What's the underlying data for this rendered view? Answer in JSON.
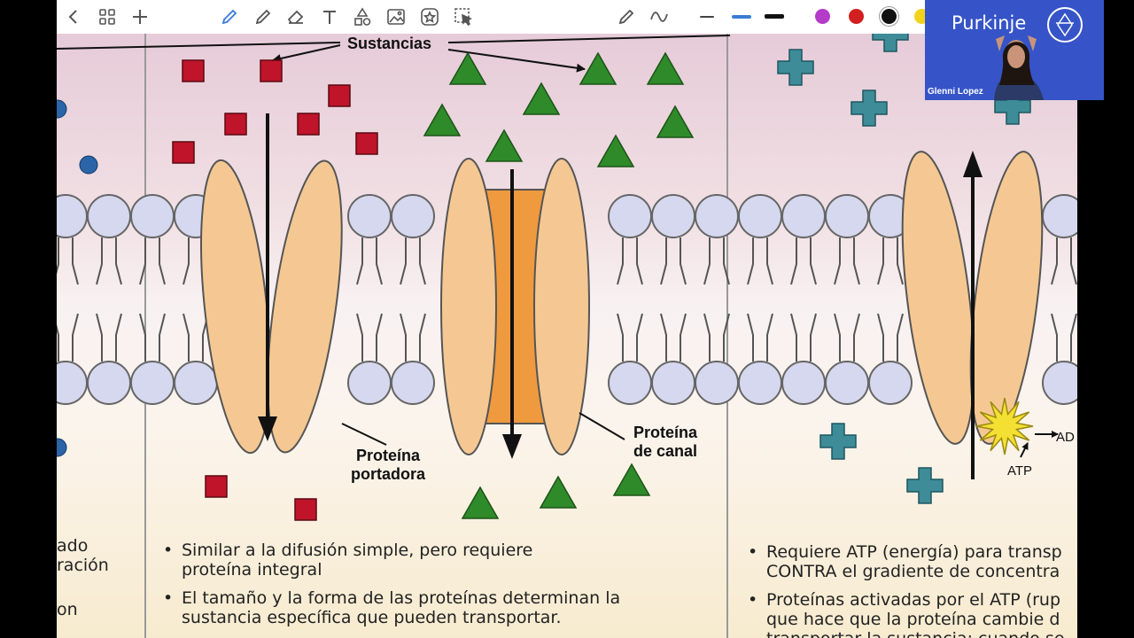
{
  "toolbar": {
    "tools": [
      "back-icon",
      "grid-icon",
      "add-icon",
      "pen-icon",
      "pencil-icon",
      "eraser-icon",
      "text-icon",
      "shapes-icon",
      "image-icon",
      "sticker-icon",
      "lasso-icon",
      "highlighter-icon",
      "squiggle-icon"
    ],
    "line_widths": [
      "thin",
      "medium",
      "thick"
    ],
    "colors": [
      "#b53cc8",
      "#d21f1f",
      "#111111",
      "#f2d21a"
    ]
  },
  "diagram": {
    "substances_label": "Sustancias",
    "carrier_label_line1": "Proteína",
    "carrier_label_line2": "portadora",
    "channel_label_line1": "Proteína",
    "channel_label_line2": "de canal",
    "atp_label": "ATP",
    "adp_label": "AD",
    "colors": {
      "square": "#c0142a",
      "triangle": "#2f8a2a",
      "cross": "#3d8c98",
      "protein": "#f5c893",
      "channel": "#ef9a3e",
      "phospholipid": "#d6d8ef"
    }
  },
  "text_left": {
    "line1": "ado",
    "line2": "ración",
    "line3": "on"
  },
  "text_middle": {
    "bullet1_line1": "Similar a la difusión simple, pero requiere",
    "bullet1_line2": "proteína integral",
    "bullet2_line1": "El tamaño y la forma de las proteínas determinan la",
    "bullet2_line2": "sustancia específica que pueden transportar."
  },
  "text_right": {
    "bullet1_line1": "Requiere ATP (energía) para transp",
    "bullet1_line2": "CONTRA el gradiente de concentra",
    "bullet2_line1": "Proteínas activadas por el ATP (rup",
    "bullet2_line2": "que hace que la proteína cambie d",
    "bullet3_line1": "transportar la sustancia; cuando se"
  },
  "video": {
    "participant_name": "Glenni Lopez",
    "logo_text": "Purkinje"
  }
}
